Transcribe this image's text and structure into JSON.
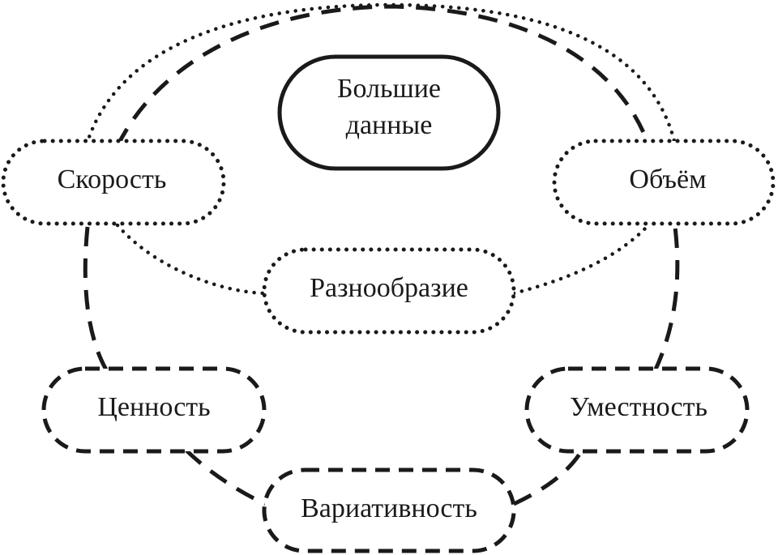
{
  "diagram": {
    "center": {
      "label_line1": "Большие",
      "label_line2": "данные"
    },
    "nodes": {
      "speed": {
        "label": "Скорость",
        "style": "dotted"
      },
      "volume": {
        "label": "Объём",
        "style": "dotted"
      },
      "variety": {
        "label": "Разнообразие",
        "style": "dotted"
      },
      "value": {
        "label": "Ценность",
        "style": "dashed"
      },
      "relevance": {
        "label": "Уместность",
        "style": "dashed"
      },
      "variability": {
        "label": "Вариативность",
        "style": "dashed"
      }
    },
    "links": [
      {
        "from": "speed",
        "to": "volume",
        "style": "dotted",
        "shape": "arc-top"
      },
      {
        "from": "speed",
        "to": "variety",
        "style": "dotted"
      },
      {
        "from": "variety",
        "to": "volume",
        "style": "dotted"
      },
      {
        "from": "speed",
        "to": "volume",
        "style": "dashed",
        "shape": "arc-top"
      },
      {
        "from": "speed",
        "to": "value",
        "style": "dashed"
      },
      {
        "from": "value",
        "to": "variability",
        "style": "dashed"
      },
      {
        "from": "variability",
        "to": "relevance",
        "style": "dashed"
      },
      {
        "from": "relevance",
        "to": "volume",
        "style": "dashed"
      }
    ],
    "colors": {
      "ink": "#1a1a1a",
      "background": "#ffffff"
    }
  }
}
